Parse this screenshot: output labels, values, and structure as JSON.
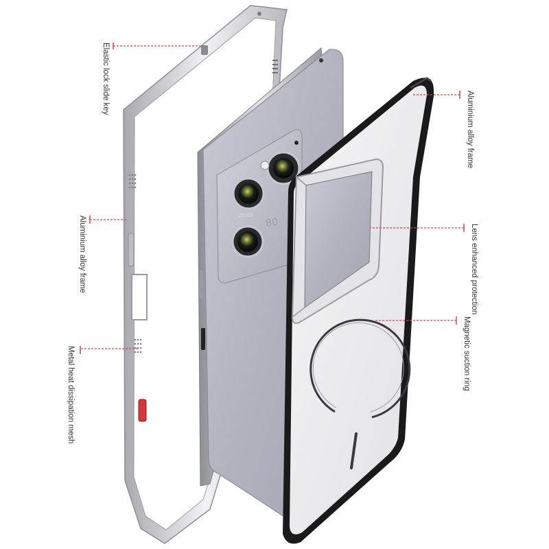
{
  "labels": {
    "elastic_lock": "Elastic lock slide key",
    "frame_left": "Aluminium alloy frame",
    "heat_mesh": "Metal heat dissipation mesh",
    "frame_right": "Aluminium alloy frame",
    "lens_protection": "Lens enhanced protection",
    "magnetic_ring": "Magnetic suction ring"
  },
  "phone": {
    "lens_brand": "ZEISS",
    "model_text": "80"
  },
  "colors": {
    "callout_line": "#e04040",
    "label_text": "#333333",
    "phone_body": "#b3b3c0",
    "frame_silver": "#d8d8dc",
    "accent_red": "#d23a3a"
  }
}
